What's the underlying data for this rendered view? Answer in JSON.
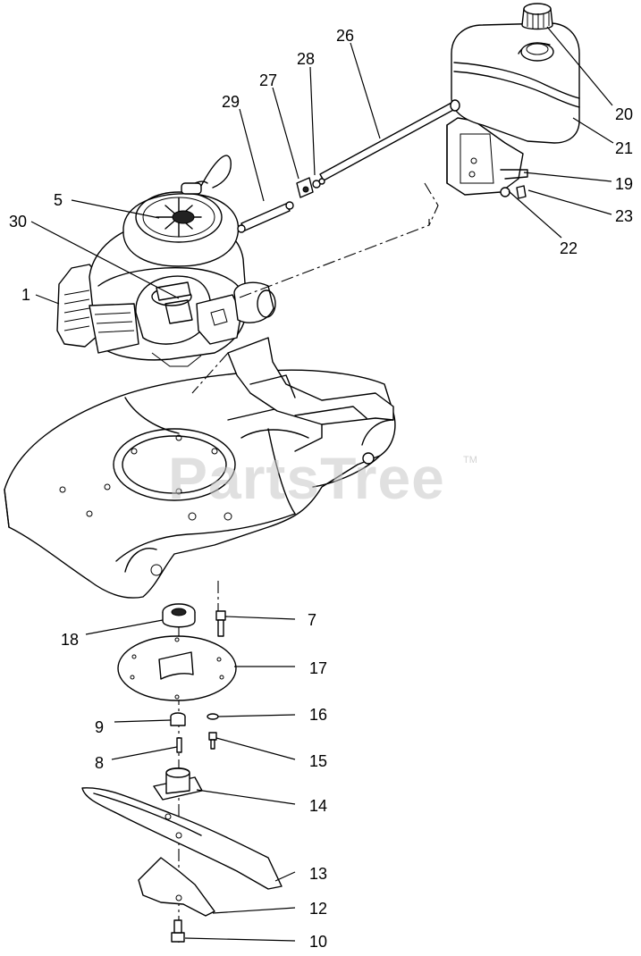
{
  "watermark": {
    "text": "PartsTree",
    "trademark": "TM"
  },
  "callouts": {
    "c1": "1",
    "c5": "5",
    "c7": "7",
    "c8": "8",
    "c9": "9",
    "c10": "10",
    "c12": "12",
    "c13": "13",
    "c14": "14",
    "c15": "15",
    "c16": "16",
    "c17": "17",
    "c18": "18",
    "c19": "19",
    "c20": "20",
    "c21": "21",
    "c22": "22",
    "c23": "23",
    "c26": "26",
    "c27": "27",
    "c28": "28",
    "c29": "29",
    "c30": "30"
  }
}
